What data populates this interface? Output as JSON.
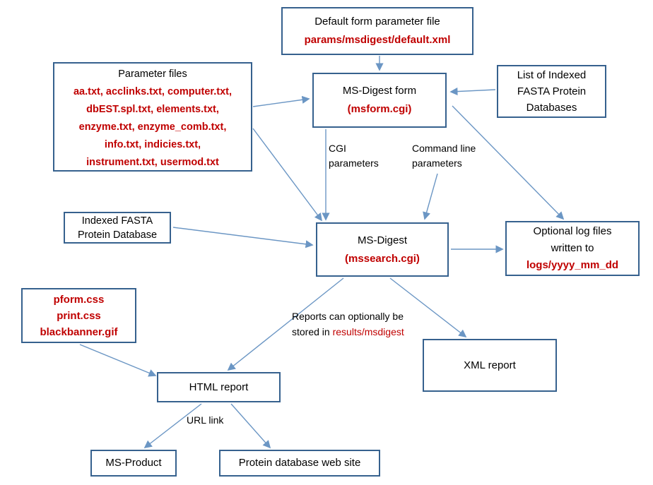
{
  "colors": {
    "box_border": "#36618e",
    "arrow": "#6b96c4",
    "red_text": "#c00000",
    "black_text": "#000000"
  },
  "nodes": {
    "default_param_file": {
      "title": "Default form parameter file",
      "path": "params/msdigest/default.xml"
    },
    "parameter_files": {
      "title": "Parameter files",
      "lines": [
        "aa.txt, acclinks.txt, computer.txt,",
        "dbEST.spl.txt, elements.txt,",
        "enzyme.txt, enzyme_comb.txt,",
        "info.txt, indicies.txt,",
        "instrument.txt, usermod.txt"
      ]
    },
    "msdigest_form": {
      "title": "MS-Digest form",
      "script": "(msform.cgi)"
    },
    "fasta_db_list": {
      "lines": [
        "List of Indexed",
        "FASTA Protein",
        "Databases"
      ]
    },
    "indexed_fasta_db": {
      "lines": [
        "Indexed FASTA",
        "Protein Database"
      ]
    },
    "msdigest": {
      "title": "MS-Digest",
      "script": "(mssearch.cgi)"
    },
    "log_files": {
      "lines": [
        "Optional log files",
        "written to"
      ],
      "path": "logs/yyyy_mm_dd"
    },
    "static_assets": {
      "lines": [
        "pform.css",
        "print.css",
        "blackbanner.gif"
      ]
    },
    "html_report": {
      "title": "HTML report"
    },
    "xml_report": {
      "title": "XML report"
    },
    "ms_product": {
      "title": "MS-Product"
    },
    "protein_db_site": {
      "title": "Protein database web site"
    }
  },
  "labels": {
    "cgi_parameters": {
      "lines": [
        "CGI",
        "parameters"
      ]
    },
    "command_line_parameters": {
      "lines": [
        "Command line",
        "parameters"
      ]
    },
    "reports_note": {
      "line1": "Reports can optionally be",
      "line2_prefix": "stored in ",
      "line2_path": "results/msdigest"
    },
    "url_link": "URL link"
  }
}
